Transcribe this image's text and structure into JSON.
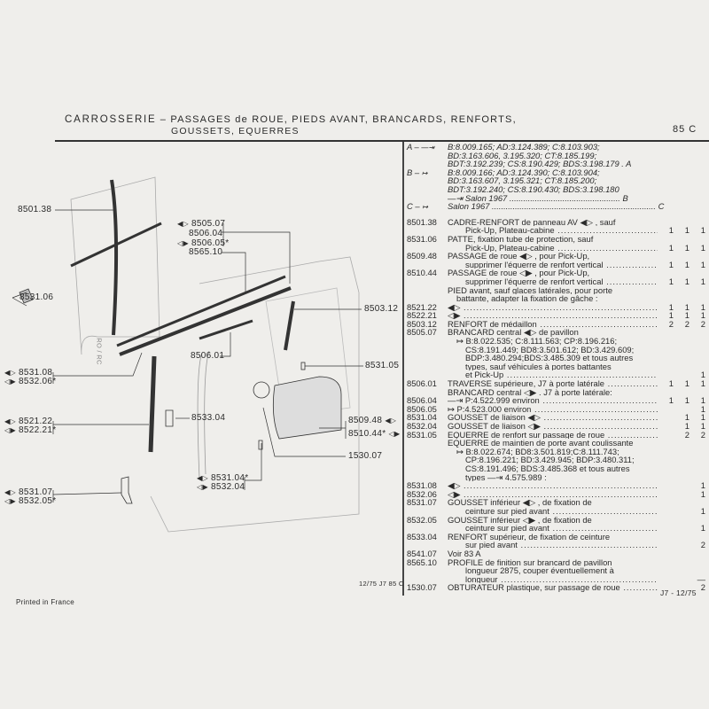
{
  "header": {
    "section": "CARROSSERIE",
    "title_line1": "– PASSAGES de ROUE, PIEDS AVANT, BRANCARDS, RENFORTS,",
    "title_line2": "GOUSSETS, EQUERRES",
    "page_code": "85 C"
  },
  "applicability": [
    {
      "key": "A –",
      "arrow": "—⇥",
      "lines": [
        "B:8.009.165; AD:3.124.389; C:8.103.903;",
        "BD:3.163.606, 3.195.320; CT:8.185.199;",
        "BDT:3.192.239; CS:8.190.429; BDS:3.198.179 . A"
      ]
    },
    {
      "key": "B –",
      "arrow": "↦",
      "lines": [
        "B:8.009.166; AD:3.124.390; C:8.103.904;",
        "BD:3.163.607, 3.195.321; CT:8.185.200;",
        "BDT:3.192.240; CS:8.190.430; BDS:3.198.180",
        "—⇥ Salon 1967 ................................................ B"
      ]
    },
    {
      "key": "C –",
      "arrow": "↦",
      "lines": [
        "Salon 1967 ....................................................................... C"
      ]
    }
  ],
  "parts": [
    {
      "ref": "8501.38",
      "lines": [
        "CADRE-RENFORT de panneau AV ◀▷ , sauf",
        "Pick-Up, Plateau-cabine"
      ],
      "qty": [
        "1",
        "1",
        "1"
      ]
    },
    {
      "ref": "8531.06",
      "lines": [
        "PATTE, fixation tube de protection, sauf",
        "Pick-Up, Plateau-cabine"
      ],
      "qty": [
        "1",
        "1",
        "1"
      ]
    },
    {
      "ref": "8509.48",
      "lines": [
        "PASSAGE de roue ◀▷ , pour Pick-Up,",
        "supprimer l'équerre de renfort vertical"
      ],
      "qty": [
        "1",
        "1",
        "1"
      ]
    },
    {
      "ref": "8510.44",
      "lines": [
        "PASSAGE de roue ◁▶ , pour Pick-Up,",
        "supprimer l'équerre de renfort vertical"
      ],
      "qty": [
        "1",
        "1",
        "1"
      ]
    },
    {
      "ref": "",
      "lines": [
        "PIED avant, sauf glaces latérales, pour porte",
        "battante, adapter la fixation de gâche :"
      ],
      "qty": [
        "",
        "",
        ""
      ]
    },
    {
      "ref": "8521.22",
      "lines": [
        "◀▷"
      ],
      "qty": [
        "1",
        "1",
        "1"
      ]
    },
    {
      "ref": "8522.21",
      "lines": [
        "◁▶"
      ],
      "qty": [
        "1",
        "1",
        "1"
      ]
    },
    {
      "ref": "8503.12",
      "lines": [
        "RENFORT de médaillon"
      ],
      "qty": [
        "2",
        "2",
        "2"
      ]
    },
    {
      "ref": "8505.07",
      "lines": [
        "BRANCARD central ◀▷ de pavillon",
        "↦ B:8.022.535; C:8.111.563; CP:8.196.216;",
        "CS:8.191.449; BD8:3.501.612; BD:3.429.609;",
        "BDP:3.480.294;BDS:3.485.309 et tous autres",
        "types, sauf véhicules à portes battantes",
        "et Pick-Up"
      ],
      "qty": [
        "",
        "",
        "1"
      ]
    },
    {
      "ref": "8506.01",
      "lines": [
        "TRAVERSE supérieure, J7 à porte latérale"
      ],
      "qty": [
        "1",
        "1",
        "1"
      ]
    },
    {
      "ref": "",
      "lines": [
        "BRANCARD central ◁▶ . J7 à porte latérale:"
      ],
      "qty": [
        "",
        "",
        ""
      ]
    },
    {
      "ref": "8506.04",
      "lines": [
        "—⇥ P:4.522.999 environ"
      ],
      "qty": [
        "1",
        "1",
        "1"
      ]
    },
    {
      "ref": "8506.05",
      "lines": [
        "↦ P:4.523.000 environ"
      ],
      "qty": [
        "",
        "",
        "1"
      ]
    },
    {
      "ref": "8531.04",
      "lines": [
        "GOUSSET de liaison ◀▷"
      ],
      "qty": [
        "",
        "1",
        "1"
      ]
    },
    {
      "ref": "8532.04",
      "lines": [
        "GOUSSET de liaison ◁▶"
      ],
      "qty": [
        "",
        "1",
        "1"
      ]
    },
    {
      "ref": "8531.05",
      "lines": [
        "EQUERRE de renfort sur passage de roue"
      ],
      "qty": [
        "",
        "2",
        "2"
      ]
    },
    {
      "ref": "",
      "lines": [
        "EQUERRE de maintien de porte avant coulissante",
        "↦ B:8.022.674; BD8:3.501.819;C:8.111.743;",
        "CP:8.196.221; BD:3.429.945; BDP:3.480.311;",
        "CS:8.191.496; BDS:3.485.368 et tous autres",
        "types —⇥ 4.575.989 :"
      ],
      "qty": [
        "",
        "",
        ""
      ]
    },
    {
      "ref": "8531.08",
      "lines": [
        "◀▷"
      ],
      "qty": [
        "",
        "",
        "1"
      ]
    },
    {
      "ref": "8532.06",
      "lines": [
        "◁▶"
      ],
      "qty": [
        "",
        "",
        "1"
      ]
    },
    {
      "ref": "8531.07",
      "lines": [
        "GOUSSET inférieur ◀▷ , de fixation de",
        "ceinture sur pied avant"
      ],
      "qty": [
        "",
        "",
        "1"
      ]
    },
    {
      "ref": "8532.05",
      "lines": [
        "GOUSSET inférieur ◁▶ , de fixation de",
        "ceinture sur pied avant"
      ],
      "qty": [
        "",
        "",
        "1"
      ]
    },
    {
      "ref": "8533.04",
      "lines": [
        "RENFORT supérieur, de fixation de ceinture",
        "sur pied avant"
      ],
      "qty": [
        "",
        "",
        "2"
      ]
    },
    {
      "ref": "8541.07",
      "lines": [
        "Voir 83 A"
      ],
      "qty": [
        "",
        "",
        ""
      ]
    },
    {
      "ref": "8565.10",
      "lines": [
        "PROFILE de finition sur brancard de pavillon",
        "longueur 2875, couper éventuellement à",
        "longueur"
      ],
      "qty": [
        "",
        "",
        "—"
      ]
    },
    {
      "ref": "1530.07",
      "lines": [
        "OBTURATEUR plastique, sur passage de roue"
      ],
      "qty": [
        "",
        "",
        "2"
      ]
    }
  ],
  "diagram_labels": {
    "l8501_38": "8501.38",
    "l8505_07": "8505.07",
    "l8506_04": "8506.04",
    "l8506_05": "8506.05*",
    "l8565_10": "8565.10",
    "l8531_06": "8531.06",
    "l8503_12": "8503.12",
    "l8506_01": "8506.01",
    "l8531_05": "8531.05",
    "l8531_08": "8531.08",
    "l8532_06": "8532.06*",
    "l8533_04": "8533.04",
    "l8521_22": "8521.22",
    "l8522_21": "8522.21*",
    "l8509_48": "8509.48",
    "l8510_44": "8510.44*",
    "l1530_07": "1530.07",
    "l8531_04": "8531.04*",
    "l8532_04": "8532.04",
    "l8531_07": "8531.07",
    "l8532_05": "8532.05*",
    "ro_rc": "RO / RC"
  },
  "footer": {
    "figure_code": "12/75 J7 85 C",
    "printed": "Printed in France",
    "edition": "J7 - 12/75"
  }
}
